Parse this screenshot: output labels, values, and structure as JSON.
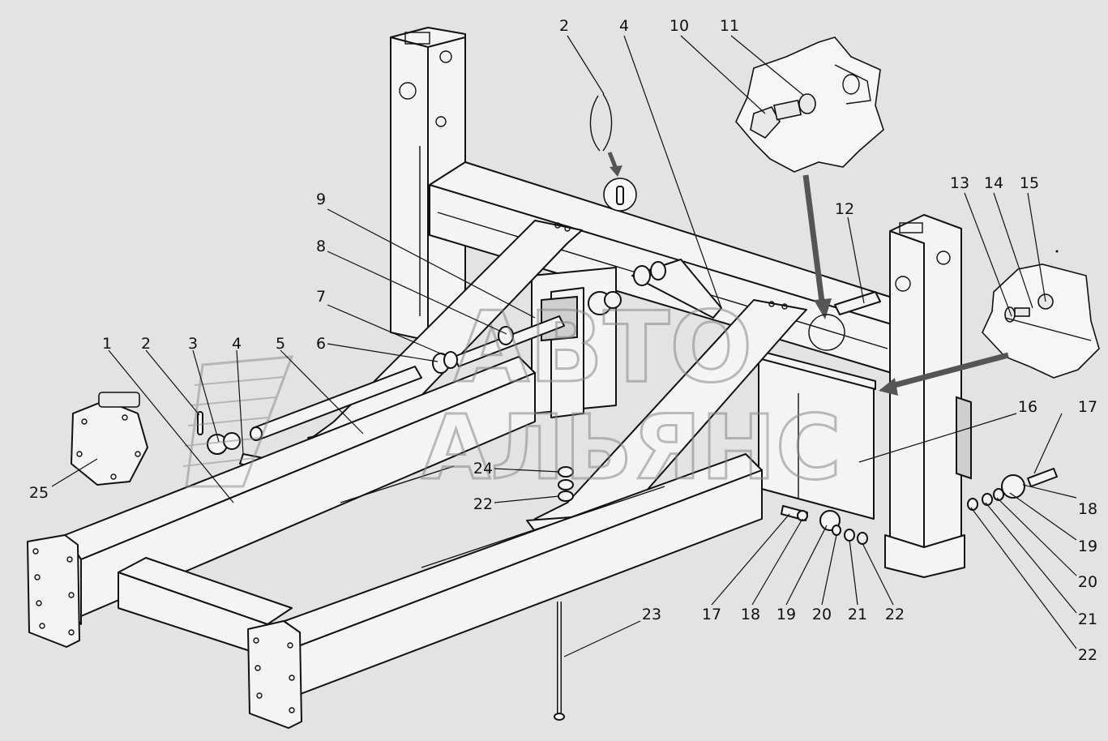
{
  "watermark": {
    "line1": "АВТО",
    "line2": "АЛЬЯНС"
  },
  "callouts": [
    {
      "id": "c-2-top",
      "text": "2"
    },
    {
      "id": "c-4-top",
      "text": "4"
    },
    {
      "id": "c-10",
      "text": "10"
    },
    {
      "id": "c-11",
      "text": "11"
    },
    {
      "id": "c-9",
      "text": "9"
    },
    {
      "id": "c-8",
      "text": "8"
    },
    {
      "id": "c-7",
      "text": "7"
    },
    {
      "id": "c-6",
      "text": "6"
    },
    {
      "id": "c-5",
      "text": "5"
    },
    {
      "id": "c-4-left",
      "text": "4"
    },
    {
      "id": "c-3",
      "text": "3"
    },
    {
      "id": "c-2-left",
      "text": "2"
    },
    {
      "id": "c-1",
      "text": "1"
    },
    {
      "id": "c-25",
      "text": "25"
    },
    {
      "id": "c-24",
      "text": "24"
    },
    {
      "id": "c-22-center",
      "text": "22"
    },
    {
      "id": "c-23",
      "text": "23"
    },
    {
      "id": "c-12",
      "text": "12"
    },
    {
      "id": "c-13",
      "text": "13"
    },
    {
      "id": "c-14",
      "text": "14"
    },
    {
      "id": "c-15",
      "text": "15"
    },
    {
      "id": "c-16",
      "text": "16"
    },
    {
      "id": "c-17-right",
      "text": "17"
    },
    {
      "id": "c-18-right",
      "text": "18"
    },
    {
      "id": "c-19-right",
      "text": "19"
    },
    {
      "id": "c-20-right",
      "text": "20"
    },
    {
      "id": "c-21-right",
      "text": "21"
    },
    {
      "id": "c-22-right",
      "text": "22"
    },
    {
      "id": "c-17-bottom",
      "text": "17"
    },
    {
      "id": "c-18-bottom",
      "text": "18"
    },
    {
      "id": "c-19-bottom",
      "text": "19"
    },
    {
      "id": "c-20-bottom",
      "text": "20"
    },
    {
      "id": "c-21-bottom",
      "text": "21"
    },
    {
      "id": "c-22-bottom",
      "text": "22"
    }
  ]
}
